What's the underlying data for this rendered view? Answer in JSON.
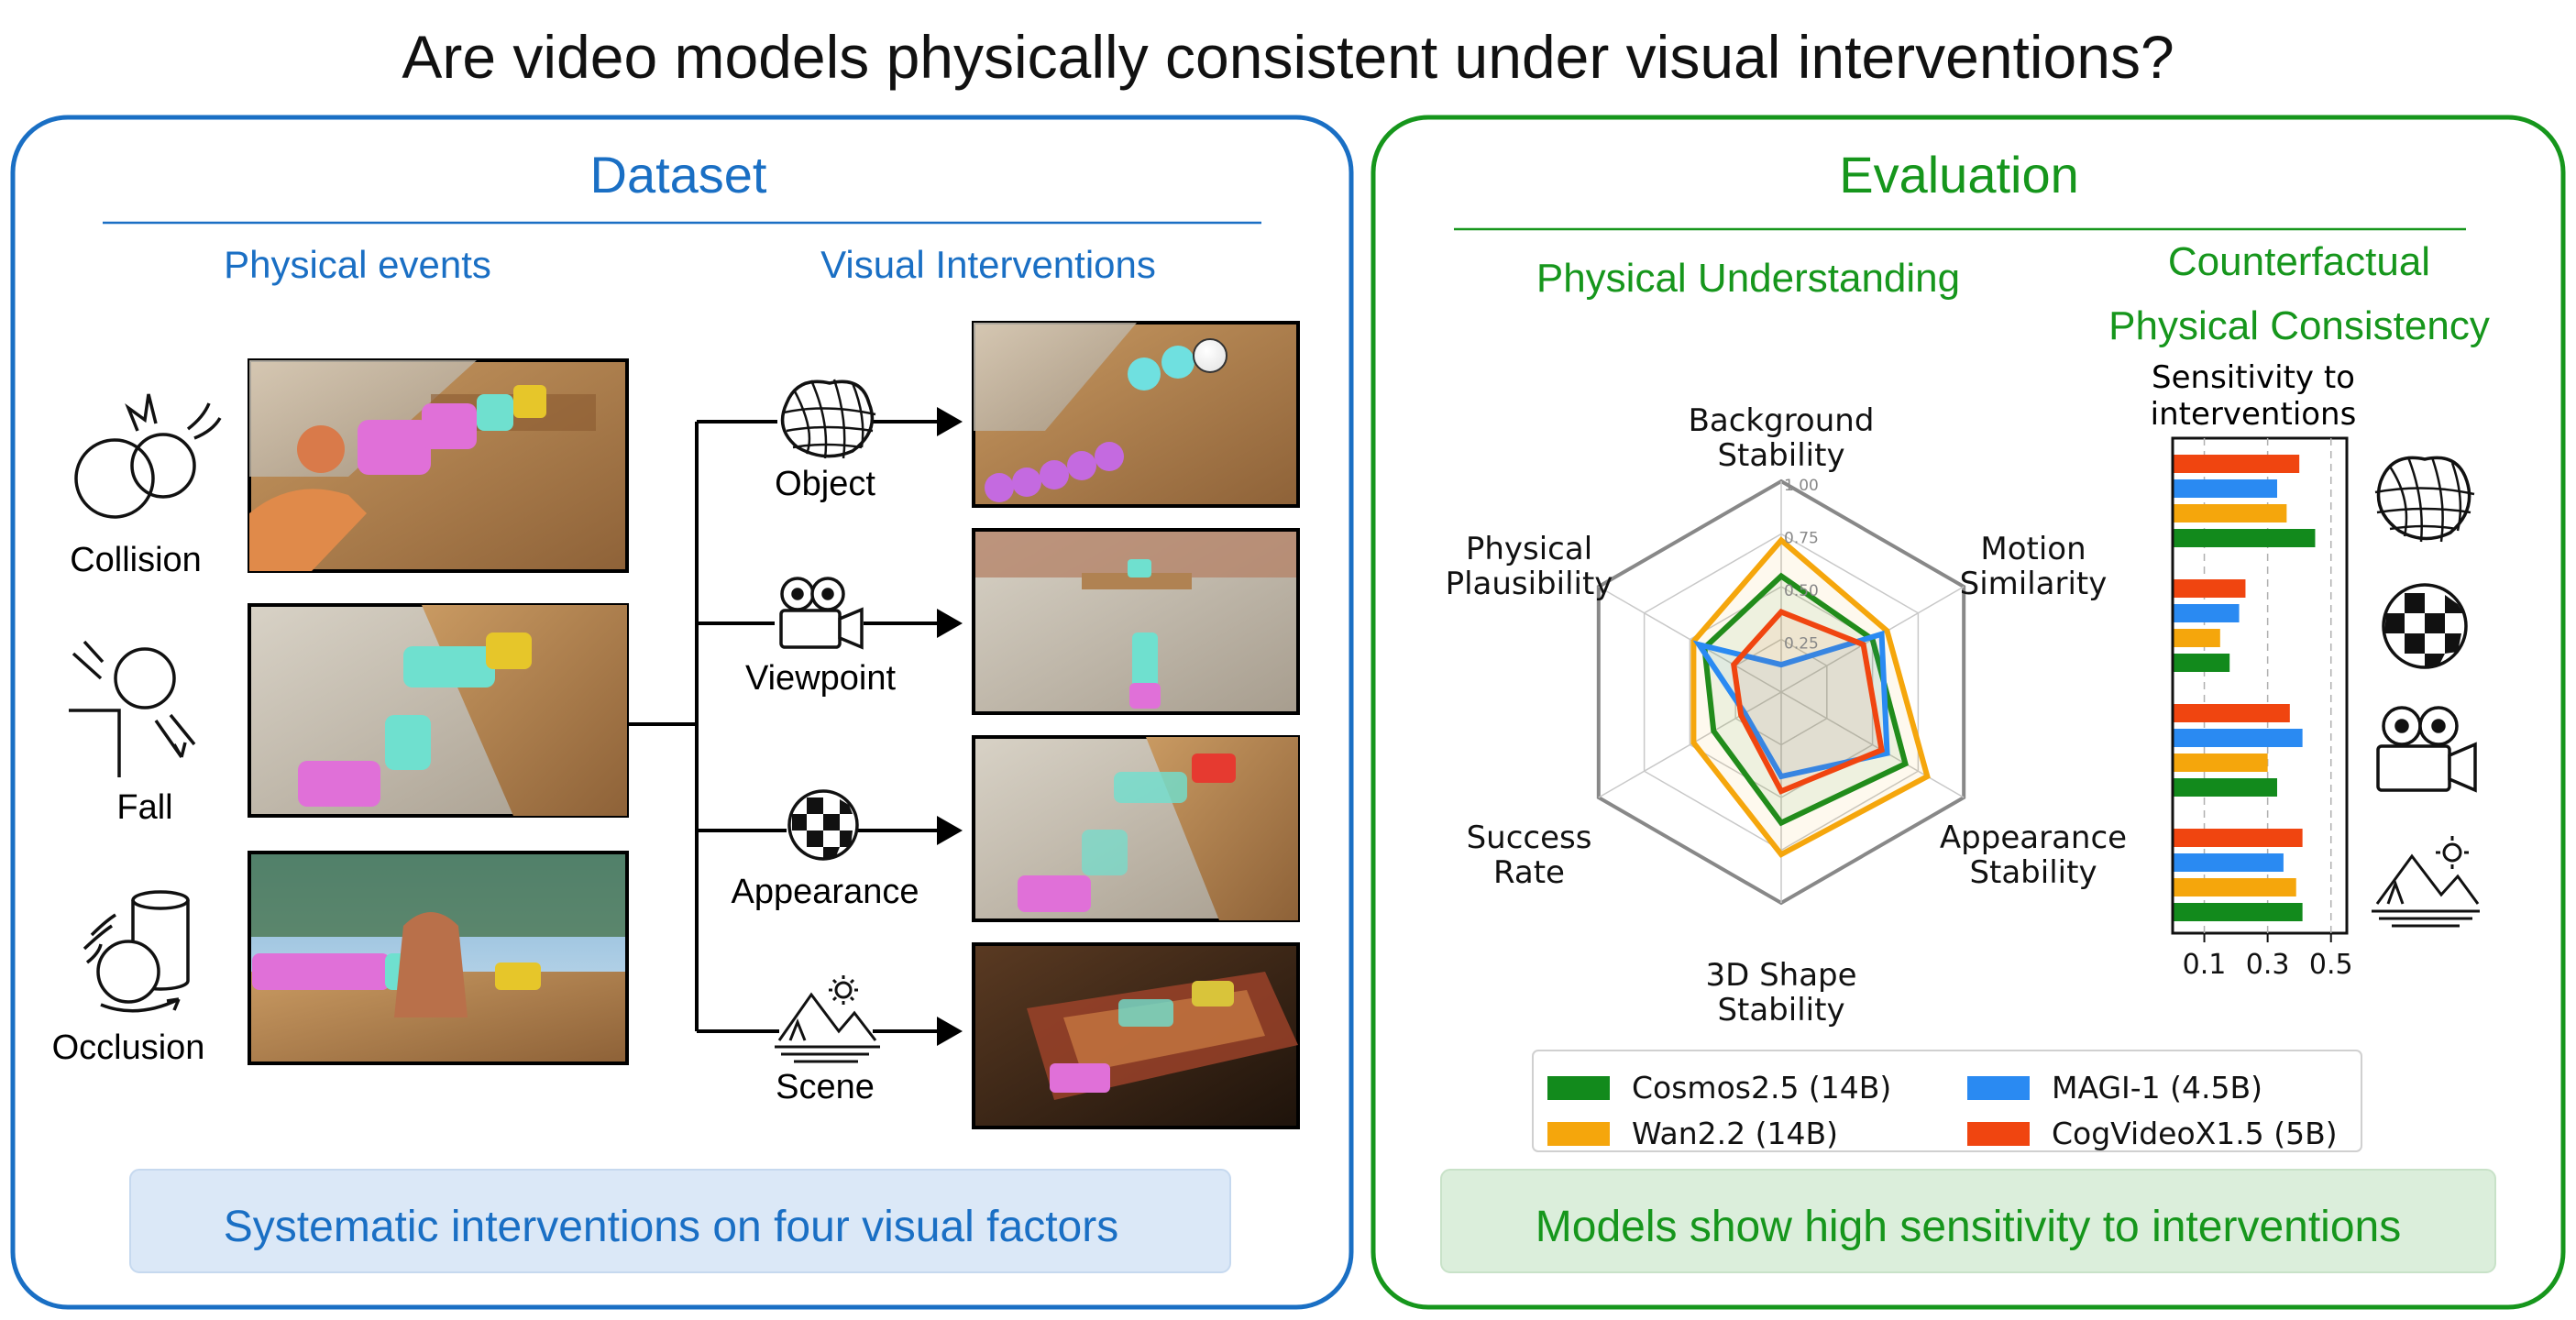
{
  "title": "Are video models physically consistent under visual interventions?",
  "colors": {
    "dataset": "#1a6fc4",
    "evaluation": "#16961c",
    "dataset_box": "#dbe8f7",
    "evaluation_box": "#dbeedb"
  },
  "dataset": {
    "heading": "Dataset",
    "physical_events_label": "Physical events",
    "visual_interventions_label": "Visual Interventions",
    "events": [
      {
        "label": "Collision",
        "icon": "collision-icon"
      },
      {
        "label": "Fall",
        "icon": "fall-icon"
      },
      {
        "label": "Occlusion",
        "icon": "occlusion-icon"
      }
    ],
    "interventions": [
      {
        "label": "Object",
        "icon": "object-mesh-icon"
      },
      {
        "label": "Viewpoint",
        "icon": "camera-icon"
      },
      {
        "label": "Appearance",
        "icon": "checker-sphere-icon"
      },
      {
        "label": "Scene",
        "icon": "landscape-icon"
      }
    ],
    "summary": "Systematic interventions on four visual factors"
  },
  "evaluation": {
    "heading": "Evaluation",
    "physical_understanding_label": "Physical Understanding",
    "counterfactual_label_1": "Counterfactual",
    "counterfactual_label_2": "Physical Consistency",
    "sensitivity_label_1": "Sensitivity to",
    "sensitivity_label_2": "interventions",
    "summary": "Models show high sensitivity to interventions"
  },
  "chart_data": [
    {
      "type": "radar",
      "axes": [
        "Background Stability",
        "Motion Similarity",
        "Appearance Stability",
        "3D Shape Stability",
        "Success Rate",
        "Physical Plausibility"
      ],
      "axis_label_lines": [
        [
          "Background",
          "Stability"
        ],
        [
          "Motion",
          "Similarity"
        ],
        [
          "Appearance",
          "Stability"
        ],
        [
          "3D Shape",
          "Stability"
        ],
        [
          "Success",
          "Rate"
        ],
        [
          "Physical",
          "Plausibility"
        ]
      ],
      "rlim": [
        0,
        1
      ],
      "ticks": [
        "1.00",
        "0.75",
        "0.50",
        "0.25"
      ],
      "tick_values": [
        1.0,
        0.75,
        0.5,
        0.25
      ],
      "series": [
        {
          "name": "Cosmos2.5 (14B)",
          "color": "#128a1c",
          "values": [
            0.55,
            0.5,
            0.68,
            0.62,
            0.37,
            0.42
          ]
        },
        {
          "name": "Wan2.2 (14B)",
          "color": "#f5a60c",
          "values": [
            0.72,
            0.58,
            0.8,
            0.77,
            0.48,
            0.48
          ]
        },
        {
          "name": "MAGI-1 (4.5B)",
          "color": "#2a8af2",
          "values": [
            0.13,
            0.55,
            0.58,
            0.4,
            0.2,
            0.45
          ]
        },
        {
          "name": "CogVideoX1.5 (5B)",
          "color": "#f04510",
          "values": [
            0.38,
            0.45,
            0.55,
            0.47,
            0.22,
            0.26
          ]
        }
      ],
      "legend": [
        {
          "name": "Cosmos2.5 (14B)",
          "color": "#128a1c"
        },
        {
          "name": "MAGI-1 (4.5B)",
          "color": "#2a8af2"
        },
        {
          "name": "Wan2.2 (14B)",
          "color": "#f5a60c"
        },
        {
          "name": "CogVideoX1.5 (5B)",
          "color": "#f04510"
        }
      ]
    },
    {
      "type": "bar",
      "orientation": "horizontal",
      "categories": [
        "Object",
        "Appearance",
        "Viewpoint",
        "Scene"
      ],
      "xlim": [
        0,
        0.55
      ],
      "xticks": [
        "0.1",
        "0.3",
        "0.5"
      ],
      "xtick_values": [
        0.1,
        0.3,
        0.5
      ],
      "series": [
        {
          "name": "CogVideoX1.5 (5B)",
          "color": "#f04510",
          "values": [
            0.4,
            0.23,
            0.37,
            0.41
          ]
        },
        {
          "name": "MAGI-1 (4.5B)",
          "color": "#2a8af2",
          "values": [
            0.33,
            0.21,
            0.41,
            0.35
          ]
        },
        {
          "name": "Wan2.2 (14B)",
          "color": "#f5a60c",
          "values": [
            0.36,
            0.15,
            0.3,
            0.39
          ]
        },
        {
          "name": "Cosmos2.5 (14B)",
          "color": "#128a1c",
          "values": [
            0.45,
            0.18,
            0.33,
            0.41
          ]
        }
      ]
    }
  ]
}
